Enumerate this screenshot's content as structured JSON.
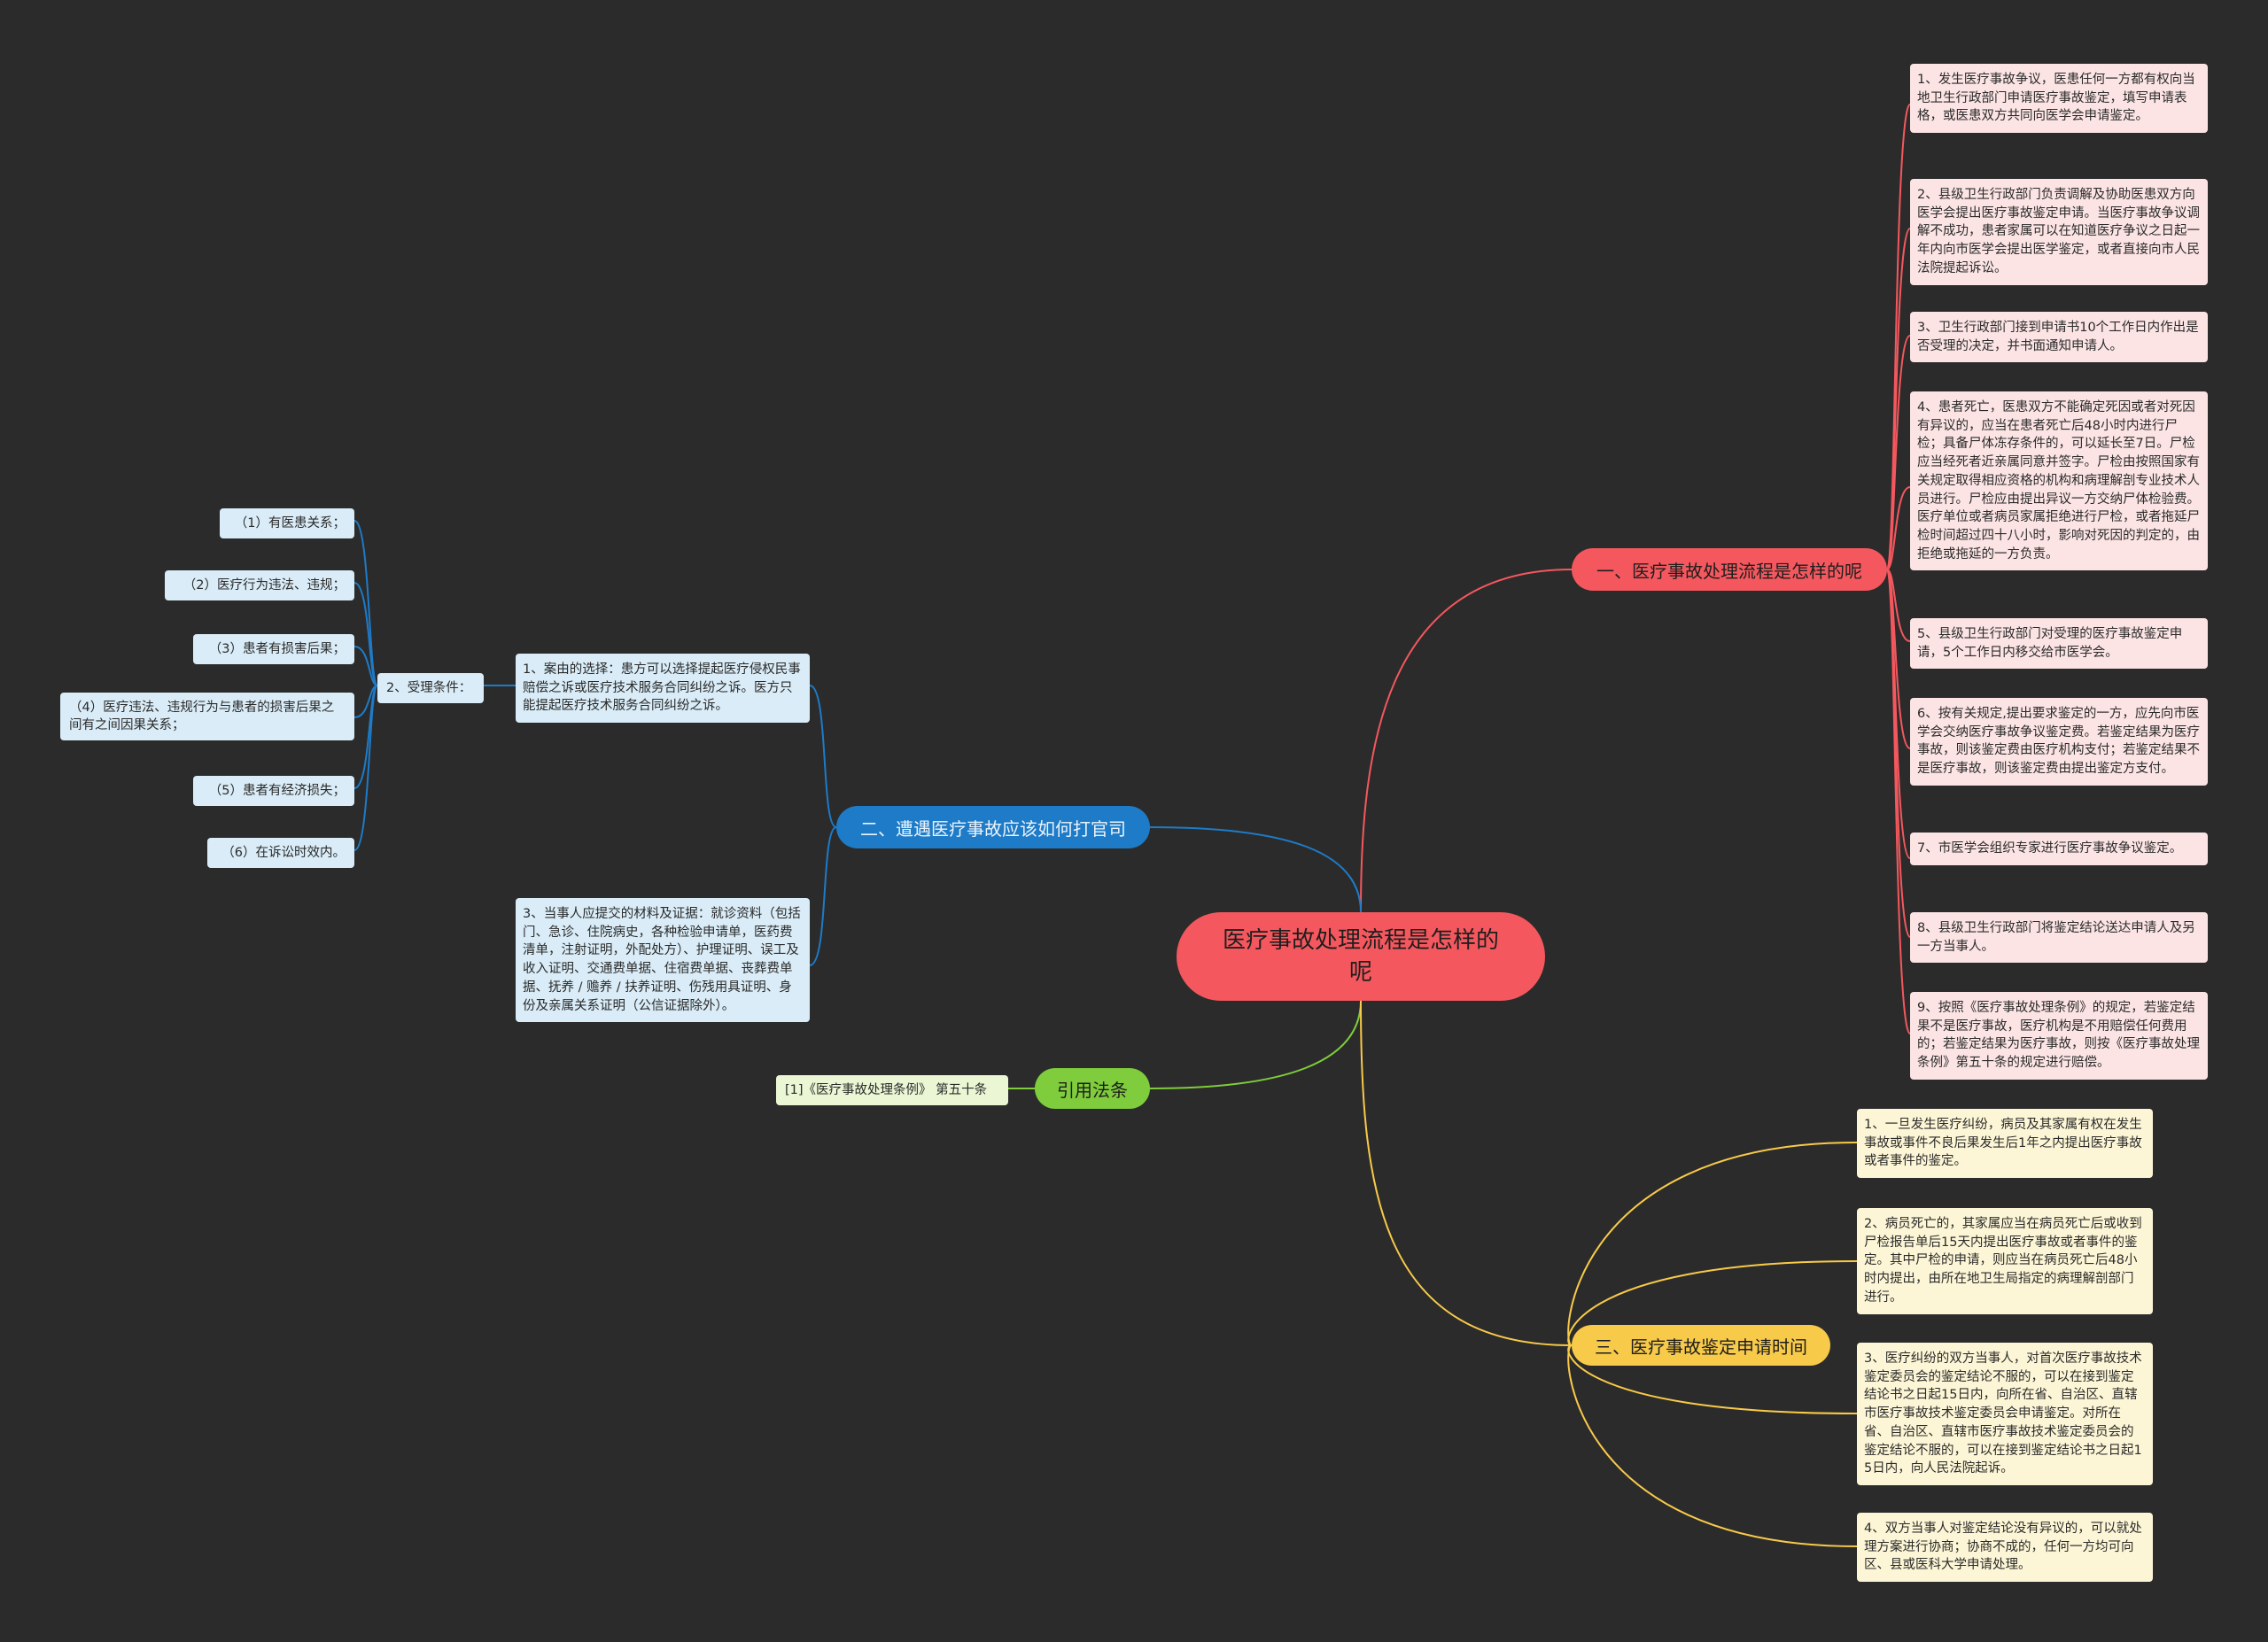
{
  "root": {
    "title": "医疗事故处理流程是怎样的呢"
  },
  "colors": {
    "background": "#2b2b2b",
    "root": "#f4585e",
    "branch_red": "#f4585e",
    "branch_blue": "#1e7bc7",
    "branch_green": "#7fcc3c",
    "branch_yellow": "#f8ca4a",
    "card_pink": "#fce4e4",
    "card_yellow": "#fdf6d6",
    "card_blue": "#d9ecf7"
  },
  "branch1": {
    "label": "一、医疗事故处理流程是怎样的呢",
    "items": [
      "1、发生医疗事故争议，医患任何一方都有权向当地卫生行政部门申请医疗事故鉴定，填写申请表格，或医患双方共同向医学会申请鉴定。",
      "2、县级卫生行政部门负责调解及协助医患双方向医学会提出医疗事故鉴定申请。当医疗事故争议调解不成功，患者家属可以在知道医疗争议之日起一年内向市医学会提出医学鉴定，或者直接向市人民法院提起诉讼。",
      "3、卫生行政部门接到申请书10个工作日内作出是否受理的决定，并书面通知申请人。",
      "4、患者死亡，医患双方不能确定死因或者对死因有异议的，应当在患者死亡后48小时内进行尸检；具备尸体冻存条件的，可以延长至7日。尸检应当经死者近亲属同意并签字。尸检由按照国家有关规定取得相应资格的机构和病理解剖专业技术人员进行。尸检应由提出异议一方交纳尸体检验费。医疗单位或者病员家属拒绝进行尸检，或者拖延尸检时间超过四十八小时，影响对死因的判定的，由拒绝或拖延的一方负责。",
      "5、县级卫生行政部门对受理的医疗事故鉴定申请，5个工作日内移交给市医学会。",
      "6、按有关规定,提出要求鉴定的一方，应先向市医学会交纳医疗事故争议鉴定费。若鉴定结果为医疗事故，则该鉴定费由医疗机构支付；若鉴定结果不是医疗事故，则该鉴定费由提出鉴定方支付。",
      "7、市医学会组织专家进行医疗事故争议鉴定。",
      "8、县级卫生行政部门将鉴定结论送达申请人及另一方当事人。",
      "9、按照《医疗事故处理条例》的规定，若鉴定结果不是医疗事故，医疗机构是不用赔偿任何费用的；若鉴定结果为医疗事故，则按《医疗事故处理条例》第五十条的规定进行赔偿。"
    ]
  },
  "branch2": {
    "label": "二、遭遇医疗事故应该如何打官司",
    "item1": "1、案由的选择：患方可以选择提起医疗侵权民事赔偿之诉或医疗技术服务合同纠纷之诉。医方只能提起医疗技术服务合同纠纷之诉。",
    "item2": {
      "label": "2、受理条件：",
      "conditions": [
        "（1）有医患关系；",
        "（2）医疗行为违法、违规；",
        "（3）患者有损害后果；",
        "（4）医疗违法、违规行为与患者的损害后果之间有之间因果关系；",
        "（5）患者有经济损失；",
        "（6）在诉讼时效内。"
      ]
    },
    "item3": "3、当事人应提交的材料及证据：就诊资料（包括门、急诊、住院病史，各种检验申请单，医药费清单，注射证明，外配处方）、护理证明、误工及收入证明、交通费单据、住宿费单据、丧葬费单据、抚养 / 赡养 / 扶养证明、伤残用具证明、身份及亲属关系证明（公信证据除外）。"
  },
  "branch3": {
    "label": "引用法条",
    "item": "[1]《医疗事故处理条例》 第五十条"
  },
  "branch4": {
    "label": "三、医疗事故鉴定申请时间",
    "items": [
      "1、一旦发生医疗纠纷，病员及其家属有权在发生事故或事件不良后果发生后1年之内提出医疗事故或者事件的鉴定。",
      "2、病员死亡的，其家属应当在病员死亡后或收到尸检报告单后15天内提出医疗事故或者事件的鉴定。其中尸检的申请，则应当在病员死亡后48小时内提出，由所在地卫生局指定的病理解剖部门进行。",
      "3、医疗纠纷的双方当事人，对首次医疗事故技术鉴定委员会的鉴定结论不服的，可以在接到鉴定结论书之日起15日内，向所在省、自治区、直辖市医疗事故技术鉴定委员会申请鉴定。对所在省、自治区、直辖市医疗事故技术鉴定委员会的鉴定结论不服的，可以在接到鉴定结论书之日起15日内，向人民法院起诉。",
      "4、双方当事人对鉴定结论没有异议的，可以就处理方案进行协商；协商不成的，任何一方均可向区、县或医科大学申请处理。"
    ]
  }
}
